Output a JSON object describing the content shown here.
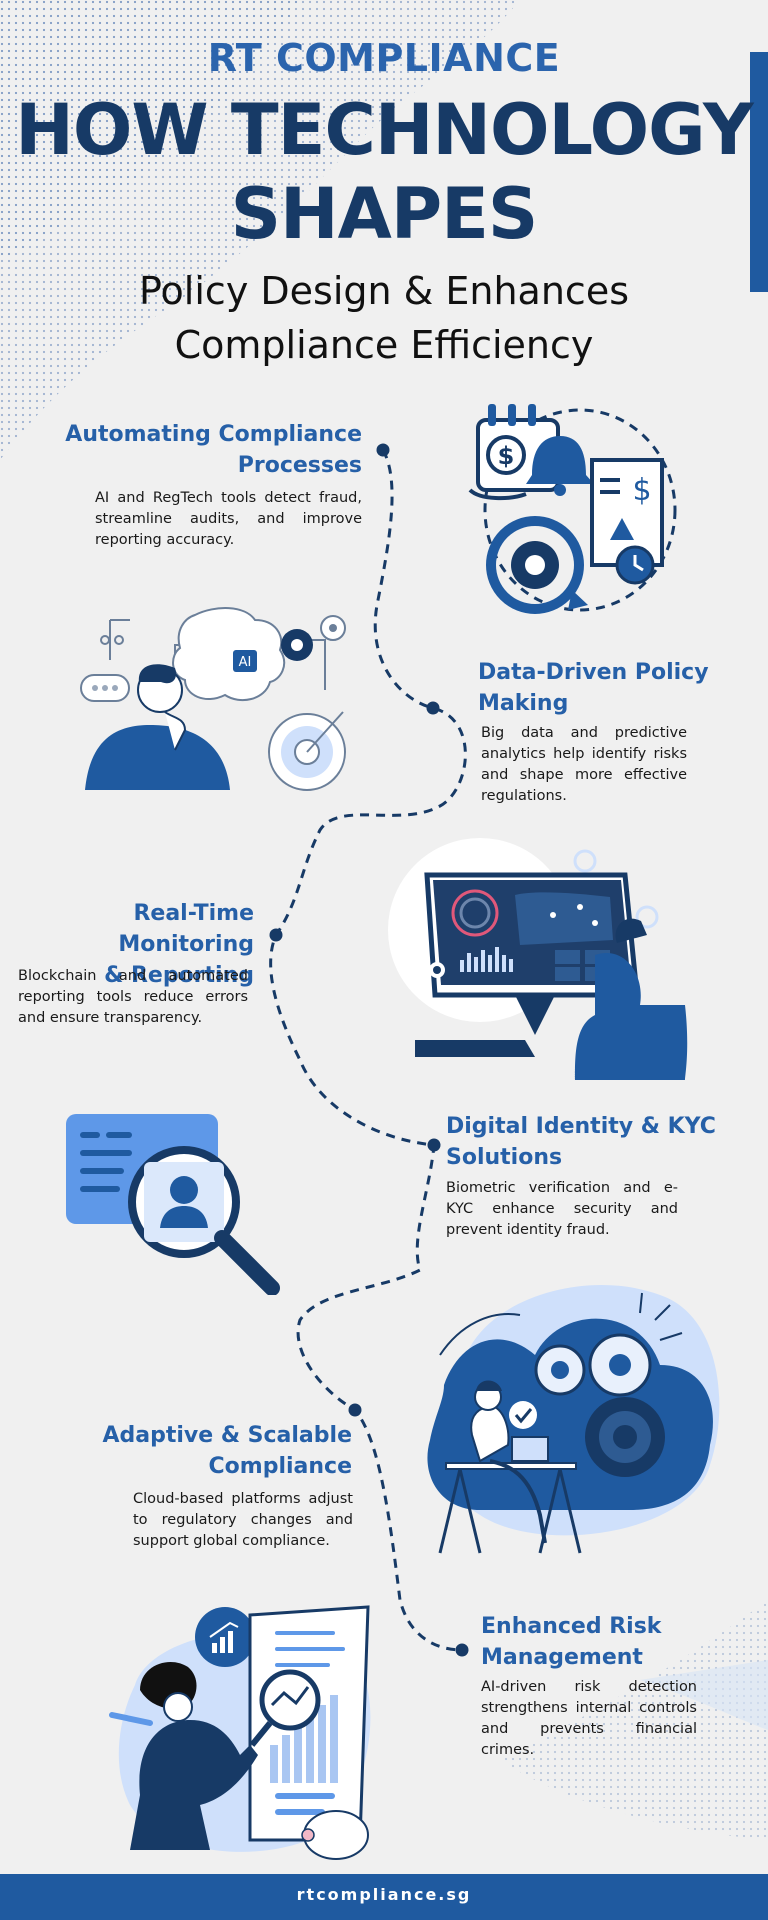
{
  "header": {
    "brand": "RT COMPLIANCE",
    "headline_line1": "HOW TECHNOLOGY",
    "headline_line2": "SHAPES",
    "subhead_line1": "Policy Design & Enhances",
    "subhead_line2": "Compliance Efficiency"
  },
  "sections": [
    {
      "title_line1": "Automating Compliance",
      "title_line2": "Processes",
      "body": "AI and RegTech tools detect fraud, streamline audits, and improve reporting accuracy."
    },
    {
      "title_line1": "Data-Driven Policy",
      "title_line2": "Making",
      "body": "Big data and predictive analytics help identify risks and shape more effective regulations."
    },
    {
      "title_line1": "Real-Time Monitoring",
      "title_line2": "& Reporting",
      "body": "Blockchain and automated reporting tools reduce errors and ensure transparency."
    },
    {
      "title_line1": "Digital Identity & KYC",
      "title_line2": "Solutions",
      "body": "Biometric verification and e-KYC enhance security and prevent identity fraud."
    },
    {
      "title_line1": "Adaptive & Scalable",
      "title_line2": "Compliance",
      "body": "Cloud-based platforms adjust to regulatory changes and support global compliance."
    },
    {
      "title_line1": "Enhanced Risk",
      "title_line2": "Management",
      "body": "AI-driven risk detection strengthens internal controls and prevents financial crimes."
    }
  ],
  "ai_chip_label": "AI",
  "footer": {
    "website": "rtcompliance.sg"
  },
  "colors": {
    "primary": "#1f5aa0",
    "navy": "#173a66",
    "heading_blue": "#2660a8",
    "light_blue": "#cfe0fb",
    "background": "#f0f0f0"
  },
  "icons": [
    "finance-process-icon",
    "ai-brain-thinker-icon",
    "monitoring-dashboard-icon",
    "identity-search-icon",
    "cloud-gears-icon",
    "risk-analysis-icon"
  ]
}
